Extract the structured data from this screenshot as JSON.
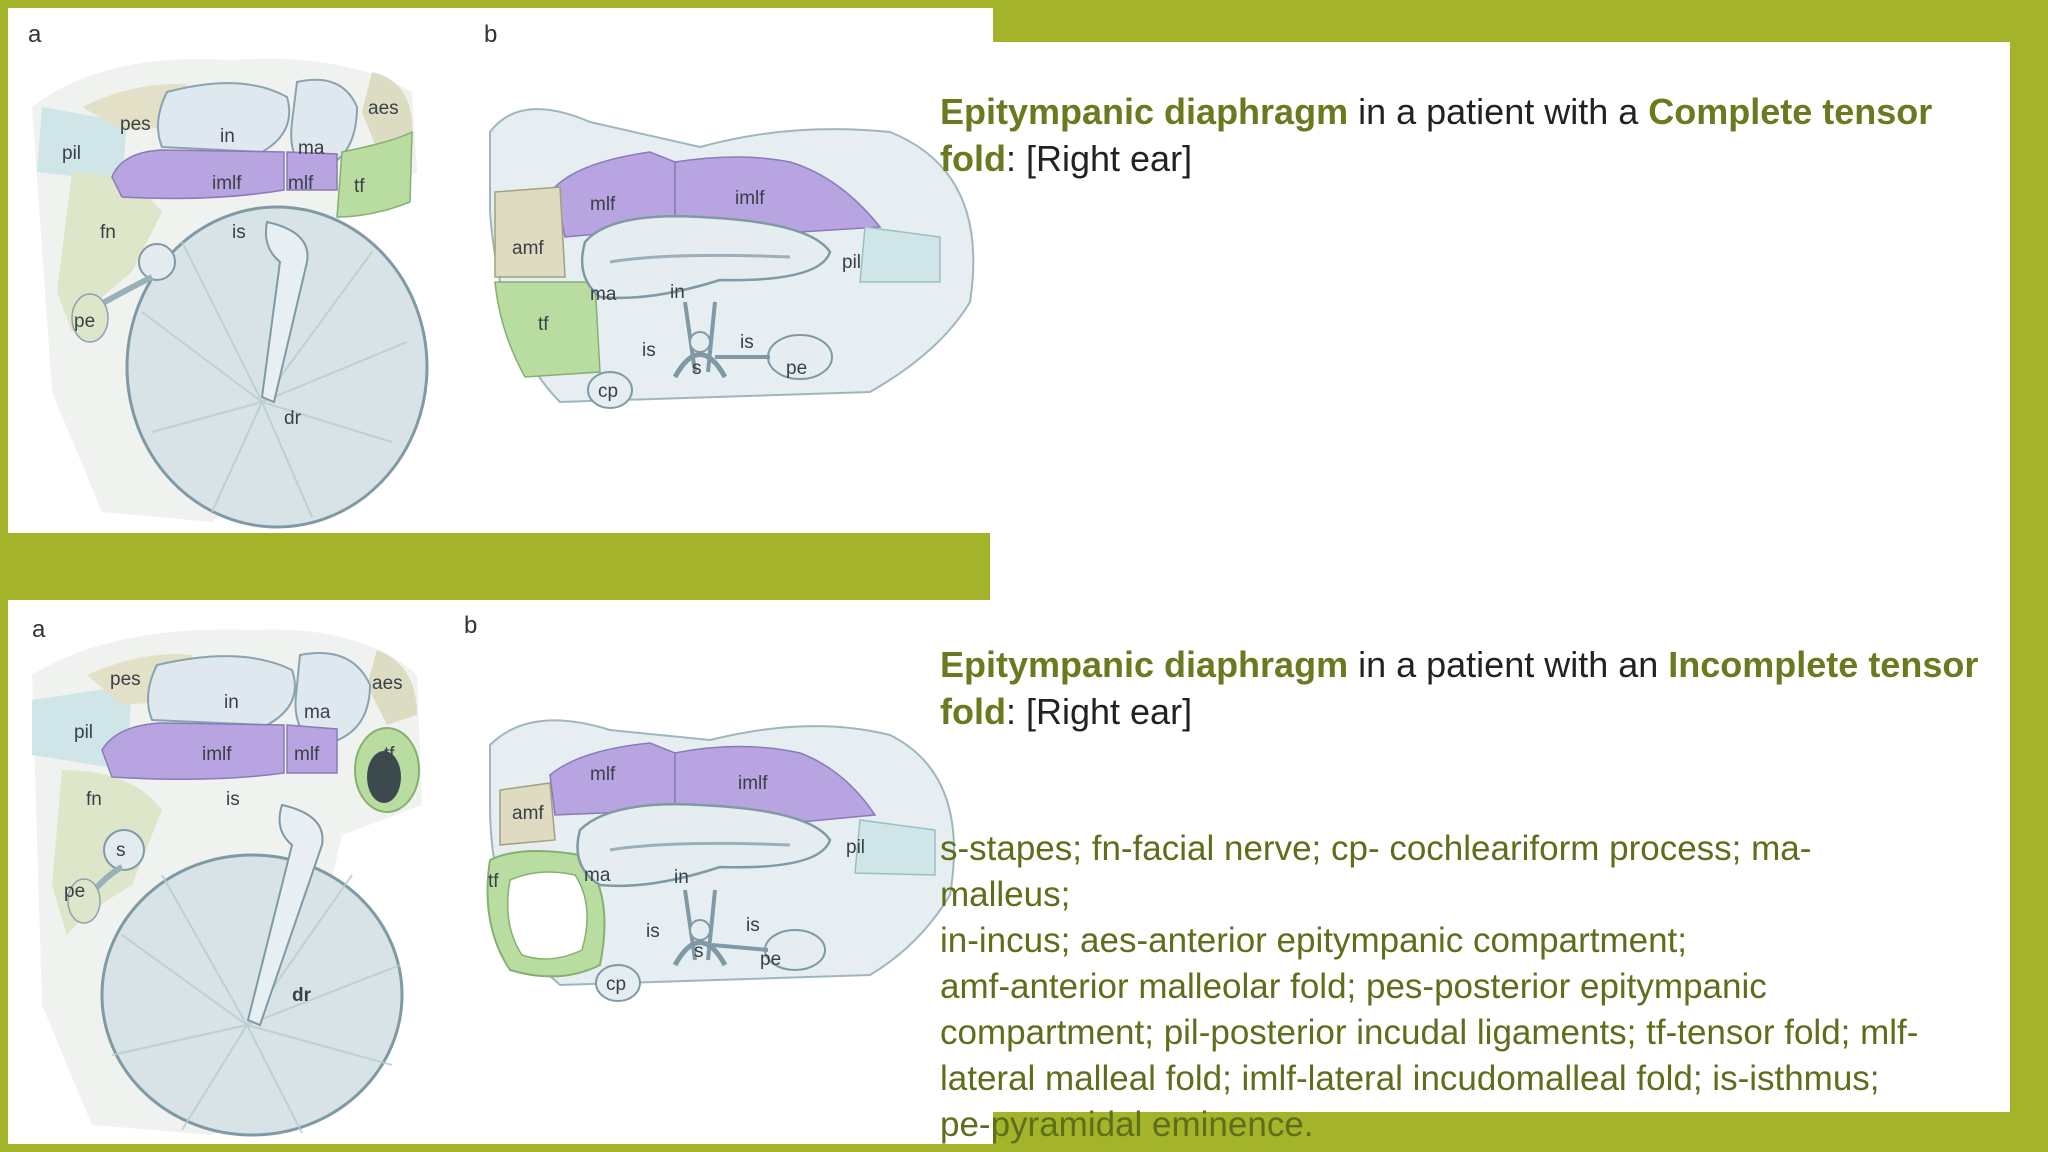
{
  "captions": {
    "top": {
      "term": "Epitympanic diaphragm",
      "mid": " in a patient with a ",
      "emph": "Complete tensor fold",
      "tail": ": [Right ear]"
    },
    "bottom": {
      "term": "Epitympanic diaphragm",
      "mid": " in a patient with an ",
      "emph": "Incomplete tensor fold",
      "tail": ": [Right ear]"
    }
  },
  "legend_lines": [
    "s-stapes; fn-facial nerve; cp- cochleariform process; ma-",
    "malleus;",
    "in-incus; aes-anterior epitympanic compartment;",
    "amf-anterior malleolar fold; pes-posterior epitympanic",
    "compartment; pil-posterior incudal ligaments; tf-tensor fold; mlf-",
    "lateral malleal fold; imlf-lateral incudomalleal fold; is-isthmus;",
    "pe-pyramidal eminence."
  ],
  "figures": {
    "top_a": {
      "panel": "a",
      "labels": [
        "pes",
        "in",
        "ma",
        "aes",
        "pil",
        "imlf",
        "mlf",
        "tf",
        "fn",
        "is",
        "pe",
        "dr"
      ]
    },
    "top_b": {
      "panel": "b",
      "labels": [
        "mlf",
        "imlf",
        "amf",
        "pil",
        "ma",
        "in",
        "tf",
        "is",
        "is",
        "s",
        "pe",
        "cp"
      ]
    },
    "bottom_a": {
      "panel": "a",
      "labels": [
        "pes",
        "in",
        "ma",
        "aes",
        "pil",
        "imlf",
        "mlf",
        "tf",
        "fn",
        "is",
        "s",
        "pe",
        "dr"
      ]
    },
    "bottom_b": {
      "panel": "b",
      "labels": [
        "mlf",
        "imlf",
        "amf",
        "pil",
        "tf",
        "ma",
        "in",
        "is",
        "is",
        "s",
        "pe",
        "cp"
      ]
    }
  },
  "colors": {
    "frame": "#a3b42a",
    "accent_text": "#6a7a1f",
    "purple_fold": "#b7a4e0",
    "green_fold": "#b9dca0",
    "tan_fold": "#d8d6b6",
    "bone": "#dfe8ee"
  }
}
